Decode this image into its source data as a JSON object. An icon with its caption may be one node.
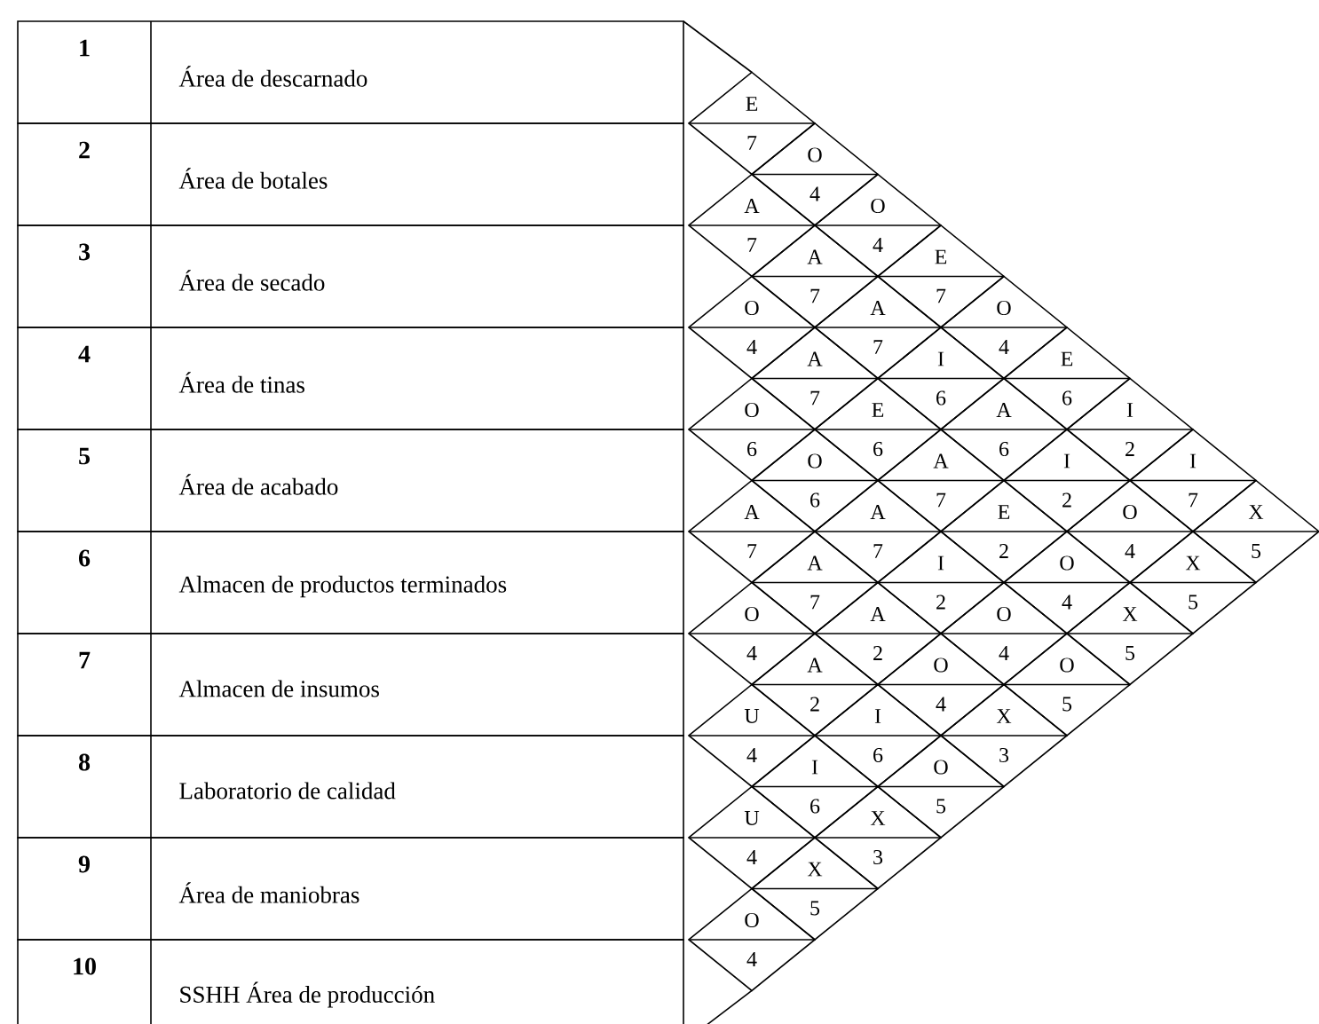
{
  "diagram": {
    "nodes": [
      {
        "text": [
          "1",
          "Área de descarnado"
        ]
      },
      {
        "text": [
          "2",
          "Área de botales"
        ]
      },
      {
        "text": [
          "3",
          "Área de secado"
        ]
      },
      {
        "text": [
          "4",
          "Área de tinas"
        ]
      },
      {
        "text": [
          "5",
          "Área de acabado"
        ]
      },
      {
        "text": [
          "6",
          "Almacen de productos terminados"
        ]
      },
      {
        "text": [
          "7",
          "Almacen de insumos"
        ]
      },
      {
        "text": [
          "8",
          "Laboratorio de calidad"
        ]
      },
      {
        "text": [
          "9",
          "Área de maniobras"
        ]
      },
      {
        "text": [
          "10",
          "SSHH Área de producción"
        ]
      },
      {
        "text": [
          "E",
          "7"
        ]
      },
      {
        "text": [
          "O",
          "4"
        ]
      },
      {
        "text": [
          "O",
          "4"
        ]
      },
      {
        "text": [
          "E",
          "7"
        ]
      },
      {
        "text": [
          "O",
          "4"
        ]
      },
      {
        "text": [
          "E",
          "6"
        ]
      },
      {
        "text": [
          "I",
          "2"
        ]
      },
      {
        "text": [
          "I",
          "7"
        ]
      },
      {
        "text": [
          "X",
          "5"
        ]
      },
      {
        "text": [
          "A",
          "7"
        ]
      },
      {
        "text": [
          "A",
          "7"
        ]
      },
      {
        "text": [
          "A",
          "7"
        ]
      },
      {
        "text": [
          "I",
          "6"
        ]
      },
      {
        "text": [
          "A",
          "6"
        ]
      },
      {
        "text": [
          "I",
          "2"
        ]
      },
      {
        "text": [
          "O",
          "4"
        ]
      },
      {
        "text": [
          "X",
          "5"
        ]
      },
      {
        "text": [
          "O",
          "4"
        ]
      },
      {
        "text": [
          "A",
          "7"
        ]
      },
      {
        "text": [
          "E",
          "6"
        ]
      },
      {
        "text": [
          "A",
          "7"
        ]
      },
      {
        "text": [
          "E",
          "2"
        ]
      },
      {
        "text": [
          "O",
          "4"
        ]
      },
      {
        "text": [
          "X",
          "5"
        ]
      },
      {
        "text": [
          "O",
          "6"
        ]
      },
      {
        "text": [
          "O",
          "6"
        ]
      },
      {
        "text": [
          "A",
          "7"
        ]
      },
      {
        "text": [
          "I",
          "2"
        ]
      },
      {
        "text": [
          "O",
          "4"
        ]
      },
      {
        "text": [
          "O",
          "5"
        ]
      },
      {
        "text": [
          "A",
          "7"
        ]
      },
      {
        "text": [
          "A",
          "7"
        ]
      },
      {
        "text": [
          "A",
          "2"
        ]
      },
      {
        "text": [
          "O",
          "4"
        ]
      },
      {
        "text": [
          "X",
          "3"
        ]
      },
      {
        "text": [
          "O",
          "4"
        ]
      },
      {
        "text": [
          "A",
          "2"
        ]
      },
      {
        "text": [
          "I",
          "6"
        ]
      },
      {
        "text": [
          "O",
          "5"
        ]
      },
      {
        "text": [
          "U",
          "4"
        ]
      },
      {
        "text": [
          "I",
          "6"
        ]
      },
      {
        "text": [
          "X",
          "3"
        ]
      },
      {
        "text": [
          "U",
          "4"
        ]
      },
      {
        "text": [
          "X",
          "5"
        ]
      },
      {
        "text": [
          "O",
          "4"
        ]
      }
    ]
  }
}
